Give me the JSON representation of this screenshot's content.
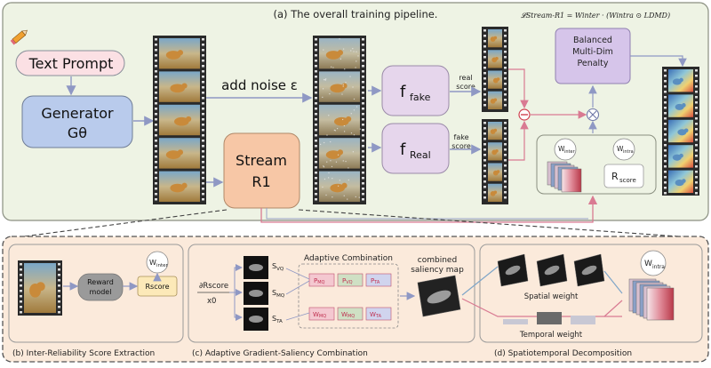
{
  "top_panel": {
    "caption": "(a) The overall training pipeline.",
    "formula": "𝓛Stream-R1 = Winter · (Wintra ⊙ LDMD)"
  },
  "nodes": {
    "text_prompt": "Text Prompt",
    "generator_line1": "Generator",
    "generator_line2": "Gθ",
    "add_noise": "add noise ε",
    "stream_line1": "Stream",
    "stream_line2": "R1",
    "f_fake": "f",
    "f_fake_sub": "fake",
    "f_real": "f",
    "f_real_sub": "Real",
    "real_score": "real\nscore",
    "fake_score": "fake\nscore",
    "penalty": "Balanced\nMulti-Dim\nPenalty",
    "w_inter": "W",
    "w_inter_sub": "inter",
    "w_intra": "W",
    "w_intra_sub": "intra",
    "r_score": "R",
    "r_score_sub": "score",
    "minus_symbol": "⊖",
    "times_symbol": "⊗"
  },
  "panel_b": {
    "caption": "(b)  Inter-Reliability Score Extraction",
    "reward_model": "Reward\nmodel",
    "rscore": "Rscore",
    "w_inter": "W",
    "w_inter_sub": "inter"
  },
  "panel_c": {
    "caption": "(c)  Adaptive Gradient-Saliency Combination",
    "title": "Adaptive Combination",
    "gradient": "∂Rscore",
    "gradient_den": "x0",
    "s_labels": [
      "SVQ",
      "SMQ",
      "STA"
    ],
    "p_labels": [
      "PMQ",
      "PVQ",
      "PTA"
    ],
    "w_labels": [
      "WMQ",
      "WMQ",
      "WTA"
    ],
    "combined": "combined\nsaliency map"
  },
  "panel_d": {
    "caption": "(d)  Spatiotemporal Decomposition",
    "spatial": "Spatial weight",
    "temporal": "Temporal weight",
    "w_intra": "W",
    "w_intra_sub": "intra"
  },
  "colors": {
    "top_bg": "#eef3e4",
    "bottom_bg": "#fbeadb",
    "prompt": "#fbe0e4",
    "generator": "#b9cbec",
    "stream": "#f7c7a6",
    "f_box": "#e6d6ec",
    "penalty": "#d6c5ea",
    "arrow": "#9aa3c8",
    "pink_line": "#e48aa0"
  }
}
